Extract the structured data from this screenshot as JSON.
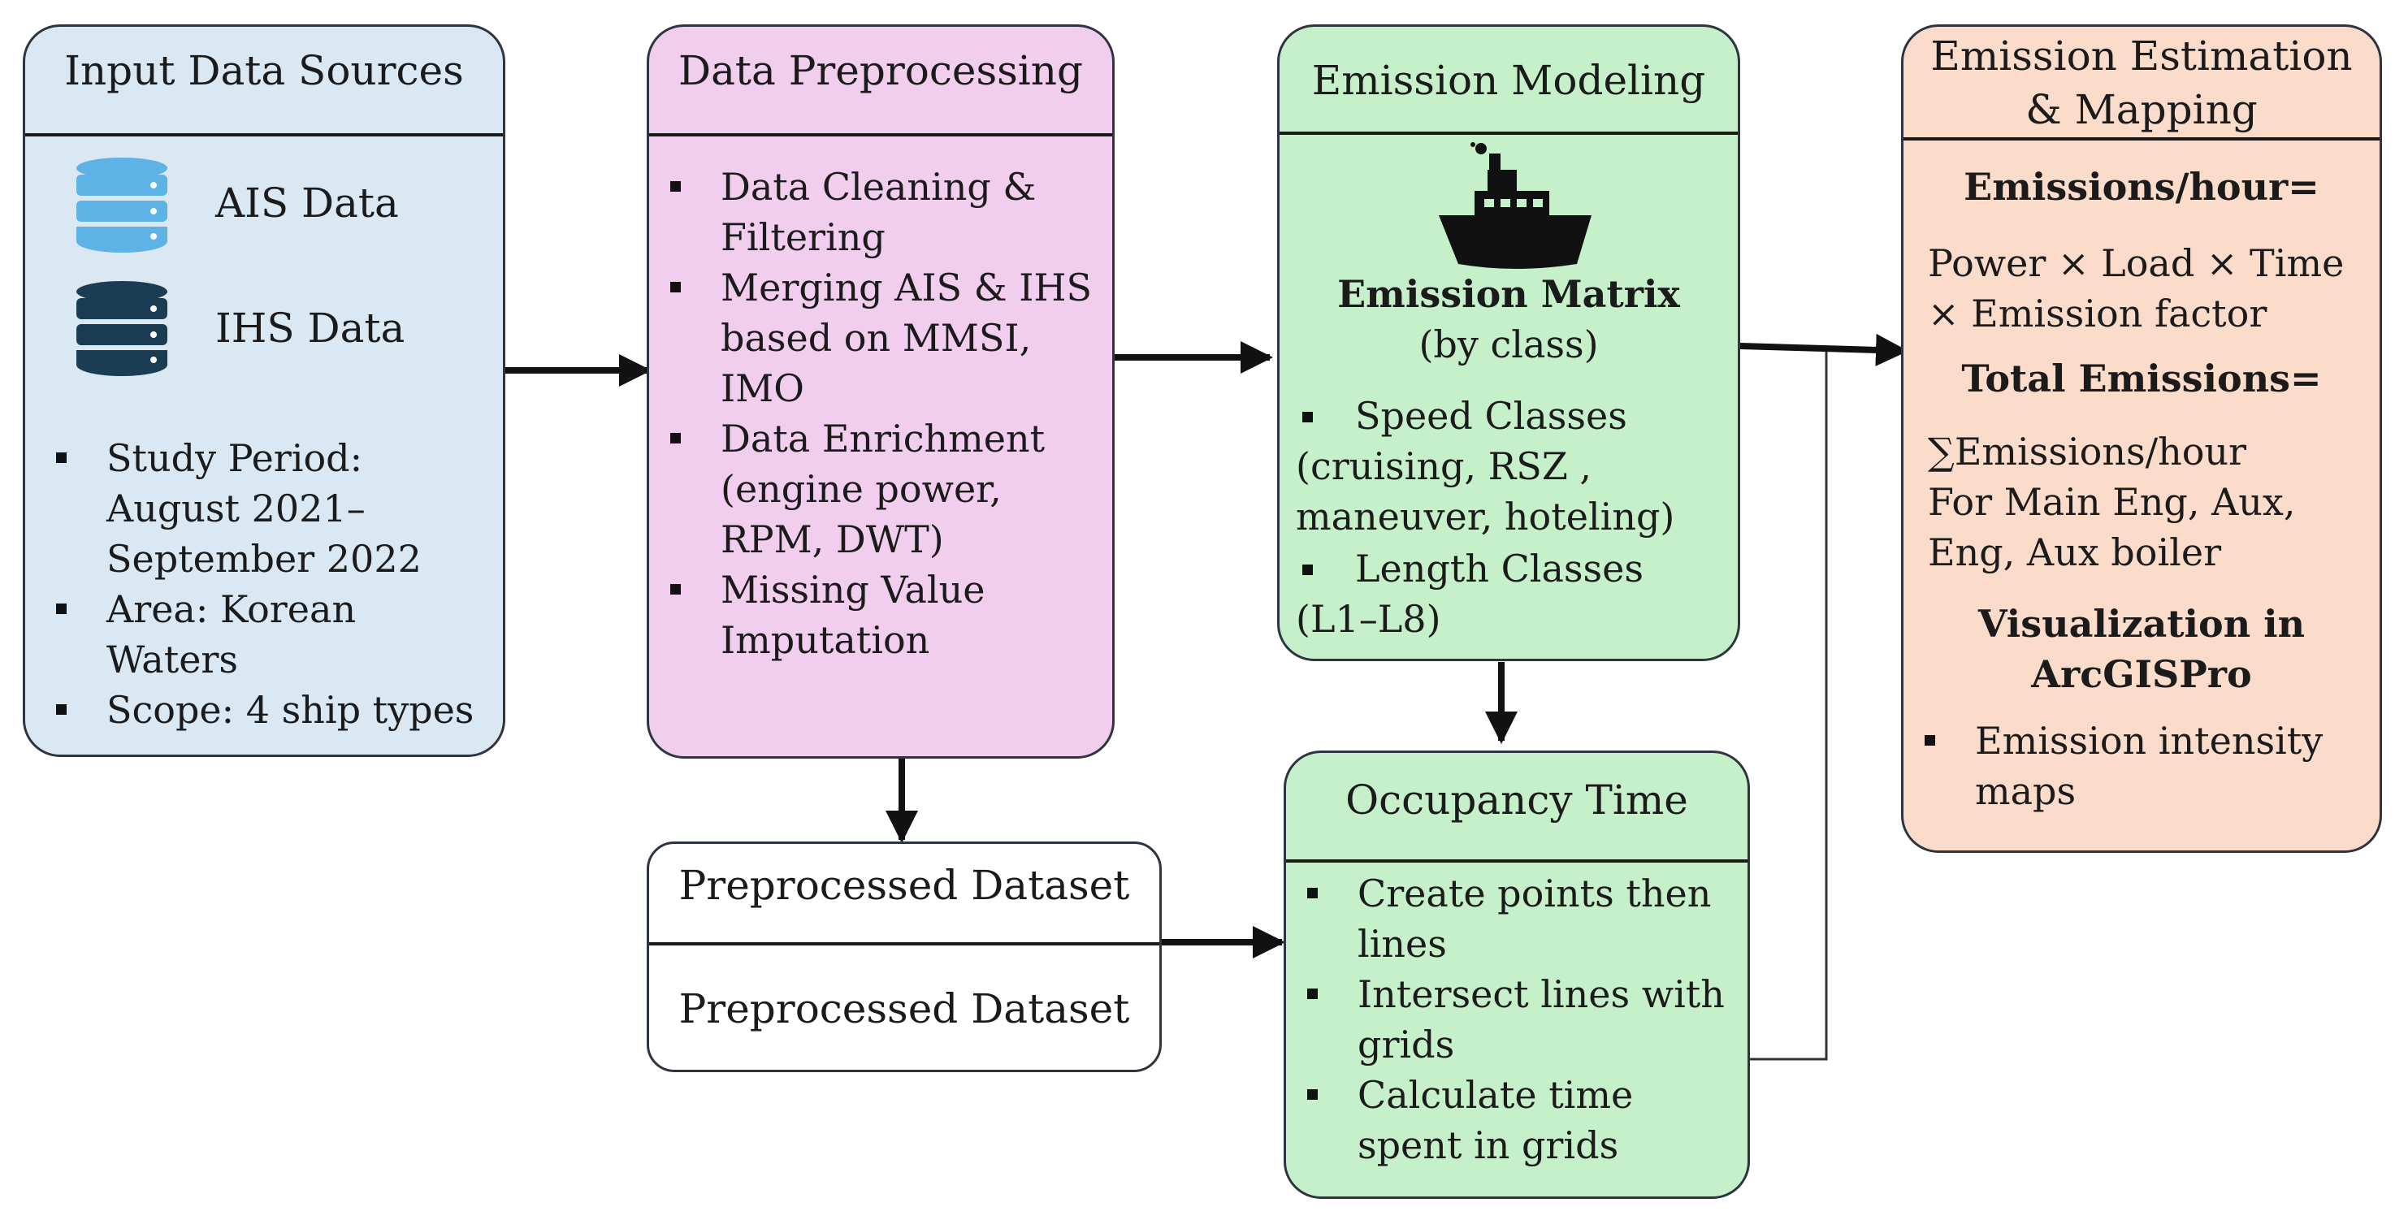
{
  "colors": {
    "input_bg": "#dae8f4",
    "preprocessing_bg": "#f1cdee",
    "modeling_bg": "#c5f0ca",
    "estimation_bg": "#fbdccb",
    "dataset_bg": "#ffffff",
    "db_light": "#5db2e6",
    "db_dark": "#1b3d54"
  },
  "input": {
    "title": "Input Data Sources",
    "ais_label": "AIS Data",
    "ihs_label": "IHS Data",
    "bullets": [
      [
        "Study Period:",
        "August 2021–",
        "September 2022"
      ],
      [
        "Area: Korean",
        "Waters"
      ],
      [
        "Scope: 4 ship types"
      ]
    ]
  },
  "preprocessing": {
    "title": "Data Preprocessing",
    "bullets": [
      [
        "Data Cleaning &",
        "Filtering"
      ],
      [
        "Merging AIS & IHS",
        "based on MMSI,",
        "IMO"
      ],
      [
        "Data Enrichment",
        "(engine power,",
        "RPM, DWT)"
      ],
      [
        "Missing Value",
        "Imputation"
      ]
    ]
  },
  "dataset": {
    "line1": "Preprocessed Dataset",
    "line2": "Preprocessed Dataset"
  },
  "modeling": {
    "title": "Emission Modeling",
    "icon": "ship-icon",
    "matrix_title": "Emission Matrix",
    "matrix_sub": "(by class)",
    "speed_label": "Speed Classes",
    "speed_lines": [
      "(cruising, RSZ ,",
      "maneuver, hoteling)"
    ],
    "length_label": "Length Classes",
    "length_lines": [
      "(L1–L8)"
    ]
  },
  "occupancy": {
    "title": "Occupancy Time",
    "bullets": [
      [
        "Create points then",
        "lines"
      ],
      [
        "Intersect lines with",
        "grids"
      ],
      [
        "Calculate time",
        "spent in grids"
      ]
    ]
  },
  "estimation": {
    "title_lines": [
      "Emission Estimation",
      "& Mapping"
    ],
    "eq1_title": "Emissions/hour=",
    "eq1_lines": [
      "Power × Load × Time",
      "× Emission factor"
    ],
    "eq2_title": "Total Emissions=",
    "eq2_lines": [
      "∑Emissions/hour",
      "For Main Eng, Aux,",
      "Eng, Aux boiler"
    ],
    "vis_title_lines": [
      "Visualization in",
      "ArcGISPro"
    ],
    "bullets": [
      [
        "Emission intensity",
        "maps"
      ]
    ]
  }
}
